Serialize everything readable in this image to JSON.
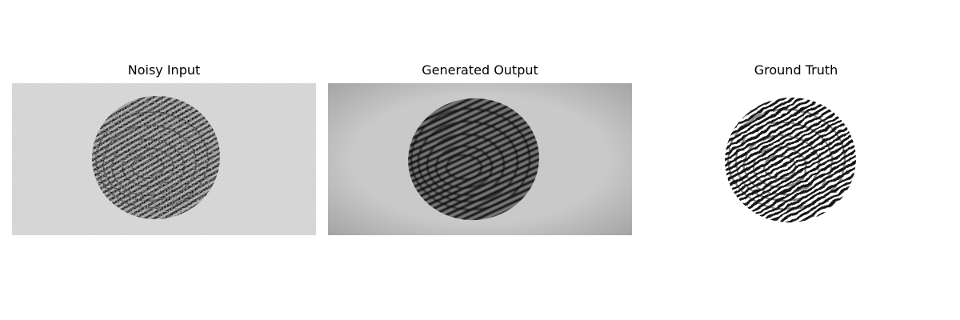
{
  "panels": [
    {
      "title": "Noisy Input",
      "background": "#dcdcdc"
    },
    {
      "title": "Generated Output",
      "background": "#c9c9c9"
    },
    {
      "title": "Ground Truth",
      "background": "#ffffff"
    }
  ]
}
